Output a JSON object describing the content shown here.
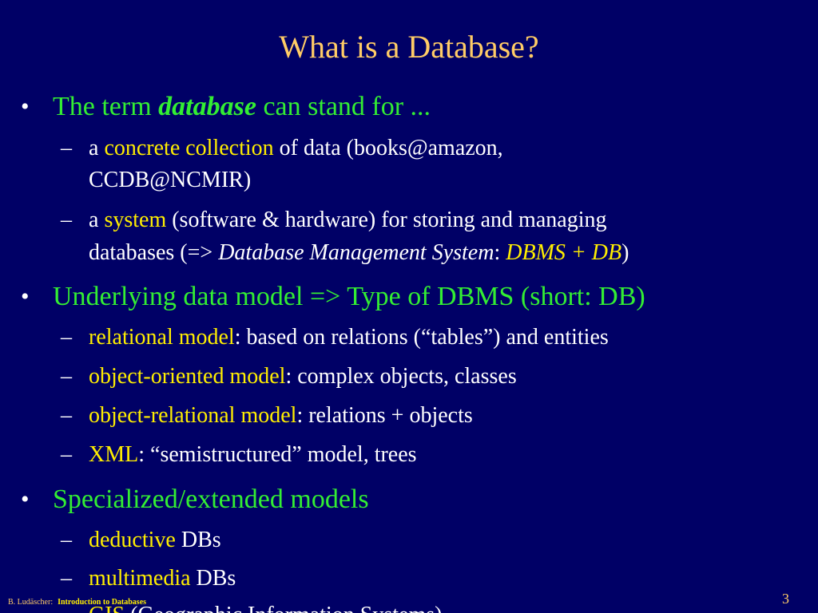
{
  "title": "What is a Database?",
  "b1": {
    "pre": "The term ",
    "emph": "database",
    "post": " can stand for ..."
  },
  "s1": {
    "a": "a ",
    "hl": "concrete collection",
    "rest": " of data (books@amazon,",
    "line2": "CCDB@NCMIR)"
  },
  "s2": {
    "a": "a ",
    "hl": "system",
    "rest": " (software & hardware) for storing and managing",
    "line2_pre": "databases (=> ",
    "line2_ital": "Database Management System",
    "line2_colon": ": ",
    "line2_hl": "DBMS + DB",
    "line2_close": ")"
  },
  "b2": {
    "text": "Underlying data model => Type of DBMS (short: DB)"
  },
  "s3": {
    "hl": "relational model",
    "rest": ": based on relations (“tables”) and entities"
  },
  "s4": {
    "hl": "object-oriented model",
    "rest": ": complex objects, classes"
  },
  "s5": {
    "hl": "object-relational model",
    "rest": ": relations + objects"
  },
  "s6": {
    "hl": "XML",
    "rest": ": “semistructured” model, trees"
  },
  "b3": {
    "text": "Specialized/extended models"
  },
  "s7": {
    "hl": "deductive",
    "rest": " DBs"
  },
  "s8": {
    "hl": "multimedia",
    "rest": " DBs"
  },
  "s9": {
    "hl": "GIS",
    "rest": " (Geographic Information Systems)"
  },
  "marks": {
    "bullet": "•",
    "dash": "–"
  },
  "footer": {
    "author": "B. Ludäscher:",
    "course": "Introduction to Databases",
    "page": "3"
  },
  "colors": {
    "background": "#000066",
    "title": "#ffcc66",
    "level1": "#33ee33",
    "level2": "#ffffff",
    "highlight": "#ffee00"
  }
}
